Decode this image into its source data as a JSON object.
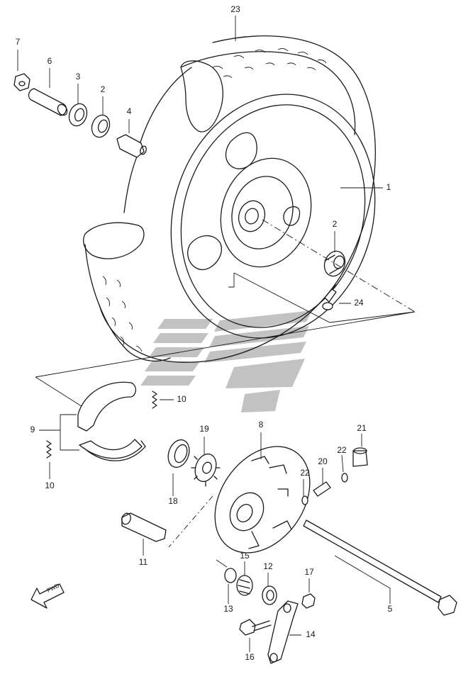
{
  "diagram": {
    "direction_label": "FWD",
    "callouts": [
      {
        "id": "c7",
        "label": "7"
      },
      {
        "id": "c6",
        "label": "6"
      },
      {
        "id": "c3",
        "label": "3"
      },
      {
        "id": "c2a",
        "label": "2"
      },
      {
        "id": "c4",
        "label": "4"
      },
      {
        "id": "c23",
        "label": "23"
      },
      {
        "id": "c1",
        "label": "1"
      },
      {
        "id": "c2b",
        "label": "2"
      },
      {
        "id": "c24",
        "label": "24"
      },
      {
        "id": "c10a",
        "label": "10"
      },
      {
        "id": "c9",
        "label": "9"
      },
      {
        "id": "c10b",
        "label": "10"
      },
      {
        "id": "c19",
        "label": "19"
      },
      {
        "id": "c8",
        "label": "8"
      },
      {
        "id": "c21",
        "label": "21"
      },
      {
        "id": "c22a",
        "label": "22"
      },
      {
        "id": "c20",
        "label": "20"
      },
      {
        "id": "c22b",
        "label": "22"
      },
      {
        "id": "c18",
        "label": "18"
      },
      {
        "id": "c11",
        "label": "11"
      },
      {
        "id": "c15",
        "label": "15"
      },
      {
        "id": "c12",
        "label": "12"
      },
      {
        "id": "c17",
        "label": "17"
      },
      {
        "id": "c13",
        "label": "13"
      },
      {
        "id": "c5",
        "label": "5"
      },
      {
        "id": "c14",
        "label": "14"
      },
      {
        "id": "c16",
        "label": "16"
      }
    ]
  }
}
